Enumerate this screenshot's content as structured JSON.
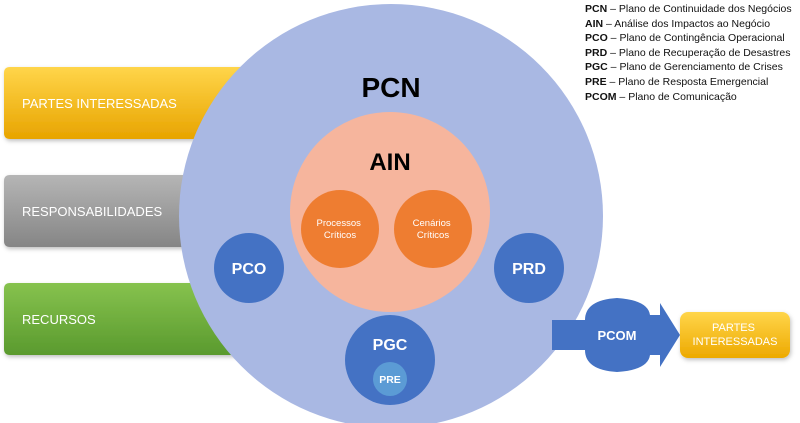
{
  "colors": {
    "outer_circle": "#a9b8e3",
    "ain_circle": "#f6b59d",
    "orange": "#ee7d31",
    "blue": "#4472c4",
    "pre_blue": "#5b9bd5",
    "yellow": "#f5bf1a",
    "gray": "#9a9a9a",
    "green": "#6fab3d"
  },
  "left_bars": [
    {
      "label": "PARTES INTERESSADAS"
    },
    {
      "label": "RESPONSABILIDADES"
    },
    {
      "label": "RECURSOS"
    }
  ],
  "main": {
    "pcn": "PCN",
    "ain": "AIN",
    "processos": [
      "Processos",
      "Críticos"
    ],
    "cenarios": [
      "Cenários",
      "Críticos"
    ],
    "pco": "PCO",
    "prd": "PRD",
    "pgc": "PGC",
    "pre": "PRE"
  },
  "output": {
    "arrow_label": "PCOM",
    "box_label": [
      "PARTES",
      "INTERESSADAS"
    ]
  },
  "legend": [
    {
      "abbr": "PCN",
      "text": "Plano de Continuidade dos Negócios"
    },
    {
      "abbr": "AIN",
      "text": "Análise dos Impactos ao Negócio"
    },
    {
      "abbr": "PCO",
      "text": "Plano de Contingência Operacional"
    },
    {
      "abbr": "PRD",
      "text": "Plano de Recuperação de Desastres"
    },
    {
      "abbr": "PGC",
      "text": "Plano de Gerenciamento de Crises"
    },
    {
      "abbr": "PRE",
      "text": "Plano de Resposta Emergencial"
    },
    {
      "abbr": "PCOM",
      "text": "Plano de Comunicação"
    }
  ]
}
